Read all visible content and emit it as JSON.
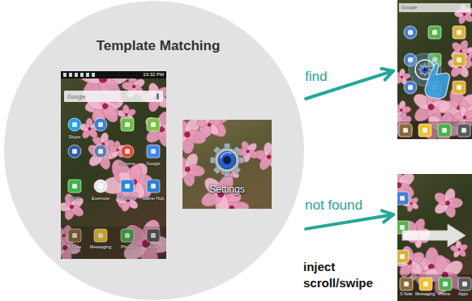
{
  "diagram": {
    "nodes": [
      {
        "text": [
          "Template Matching"
        ]
      },
      {
        "text": [
          "10:32 PM",
          "Google",
          "Skype",
          "Chrome",
          "Google",
          "LINE",
          "Evernote",
          "Dropbox",
          "Game Hub",
          "S Note",
          "Messaging",
          "Phone",
          "Apps"
        ],
        "in": 0
      },
      {
        "text": [
          "Settings"
        ],
        "in": 0
      },
      {
        "text": [
          "Google"
        ]
      },
      {
        "text": [
          "S Note",
          "Messaging",
          "Phone",
          "Apps"
        ]
      }
    ],
    "edges": [
      {
        "from": 0,
        "to": 3,
        "label": "find",
        "arrow": "to"
      },
      {
        "from": 0,
        "to": 4,
        "label": "not found",
        "arrow": "to"
      }
    ],
    "labels": [
      "inject scroll/swipe"
    ]
  }
}
